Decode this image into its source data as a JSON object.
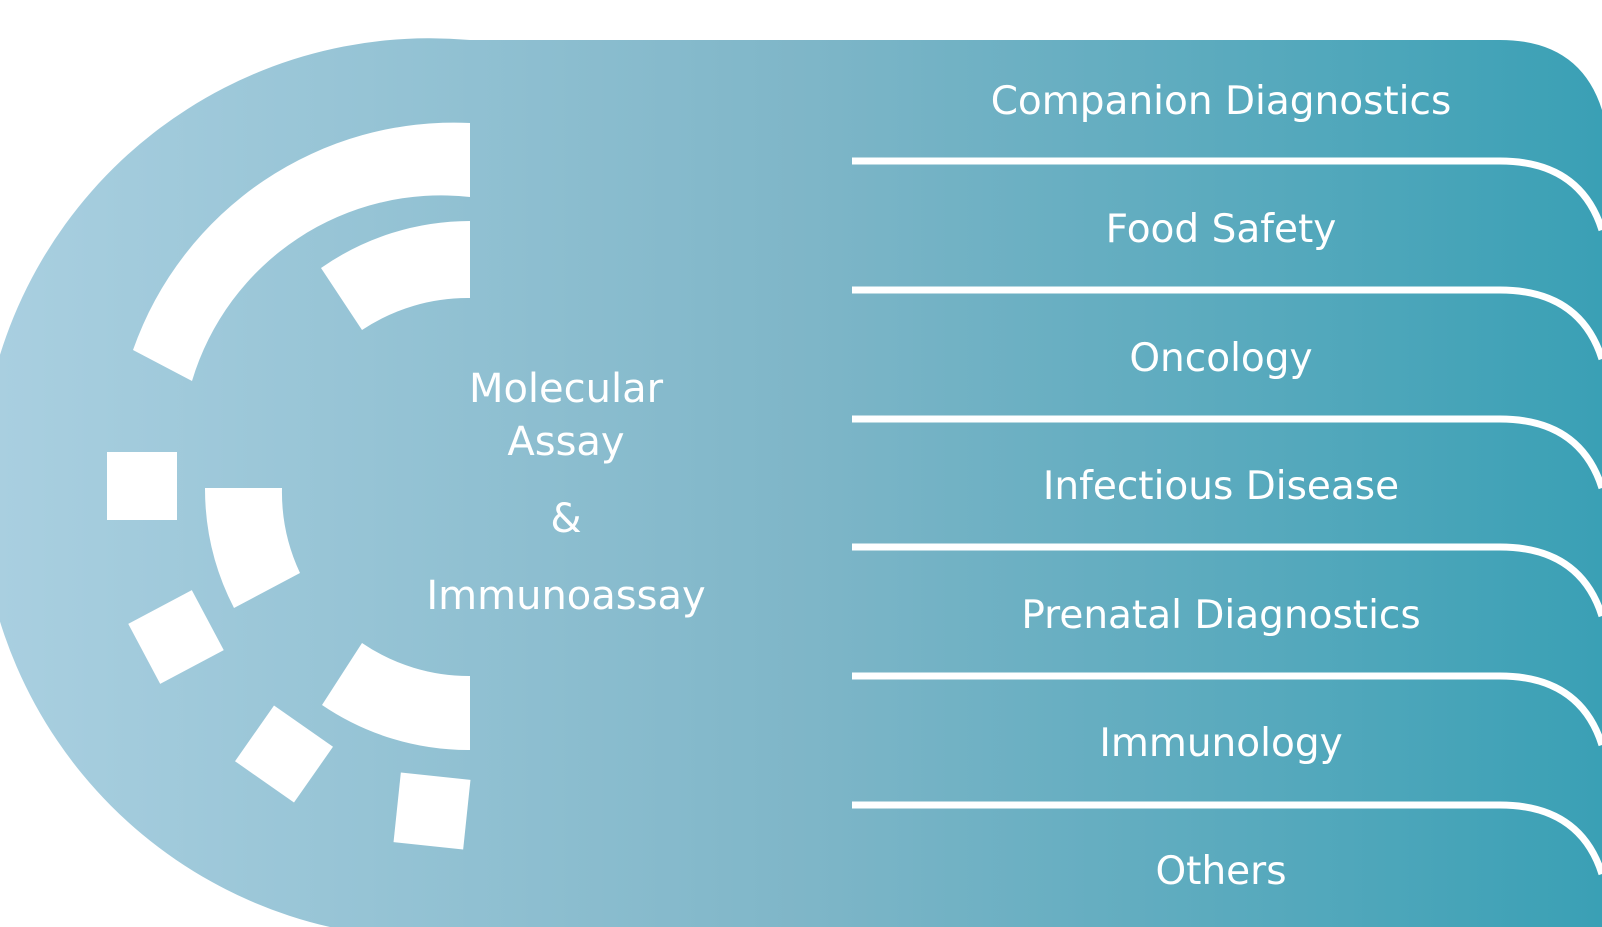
{
  "center": {
    "line1": "Molecular",
    "line2": "Assay",
    "line3": "&",
    "line4": "Immunoassay"
  },
  "categories": [
    {
      "label": "Companion Diagnostics"
    },
    {
      "label": "Food Safety"
    },
    {
      "label": "Oncology"
    },
    {
      "label": "Infectious Disease"
    },
    {
      "label": "Prenatal Diagnostics"
    },
    {
      "label": "Immunology"
    },
    {
      "label": "Others"
    }
  ],
  "colors": {
    "gradient_start": "#a9cfe0",
    "gradient_mid": "#7fb6c8",
    "gradient_end": "#3aa0b5",
    "separator": "#ffffff",
    "text": "#ffffff"
  },
  "icons": [
    "segmented-arc-icon"
  ]
}
